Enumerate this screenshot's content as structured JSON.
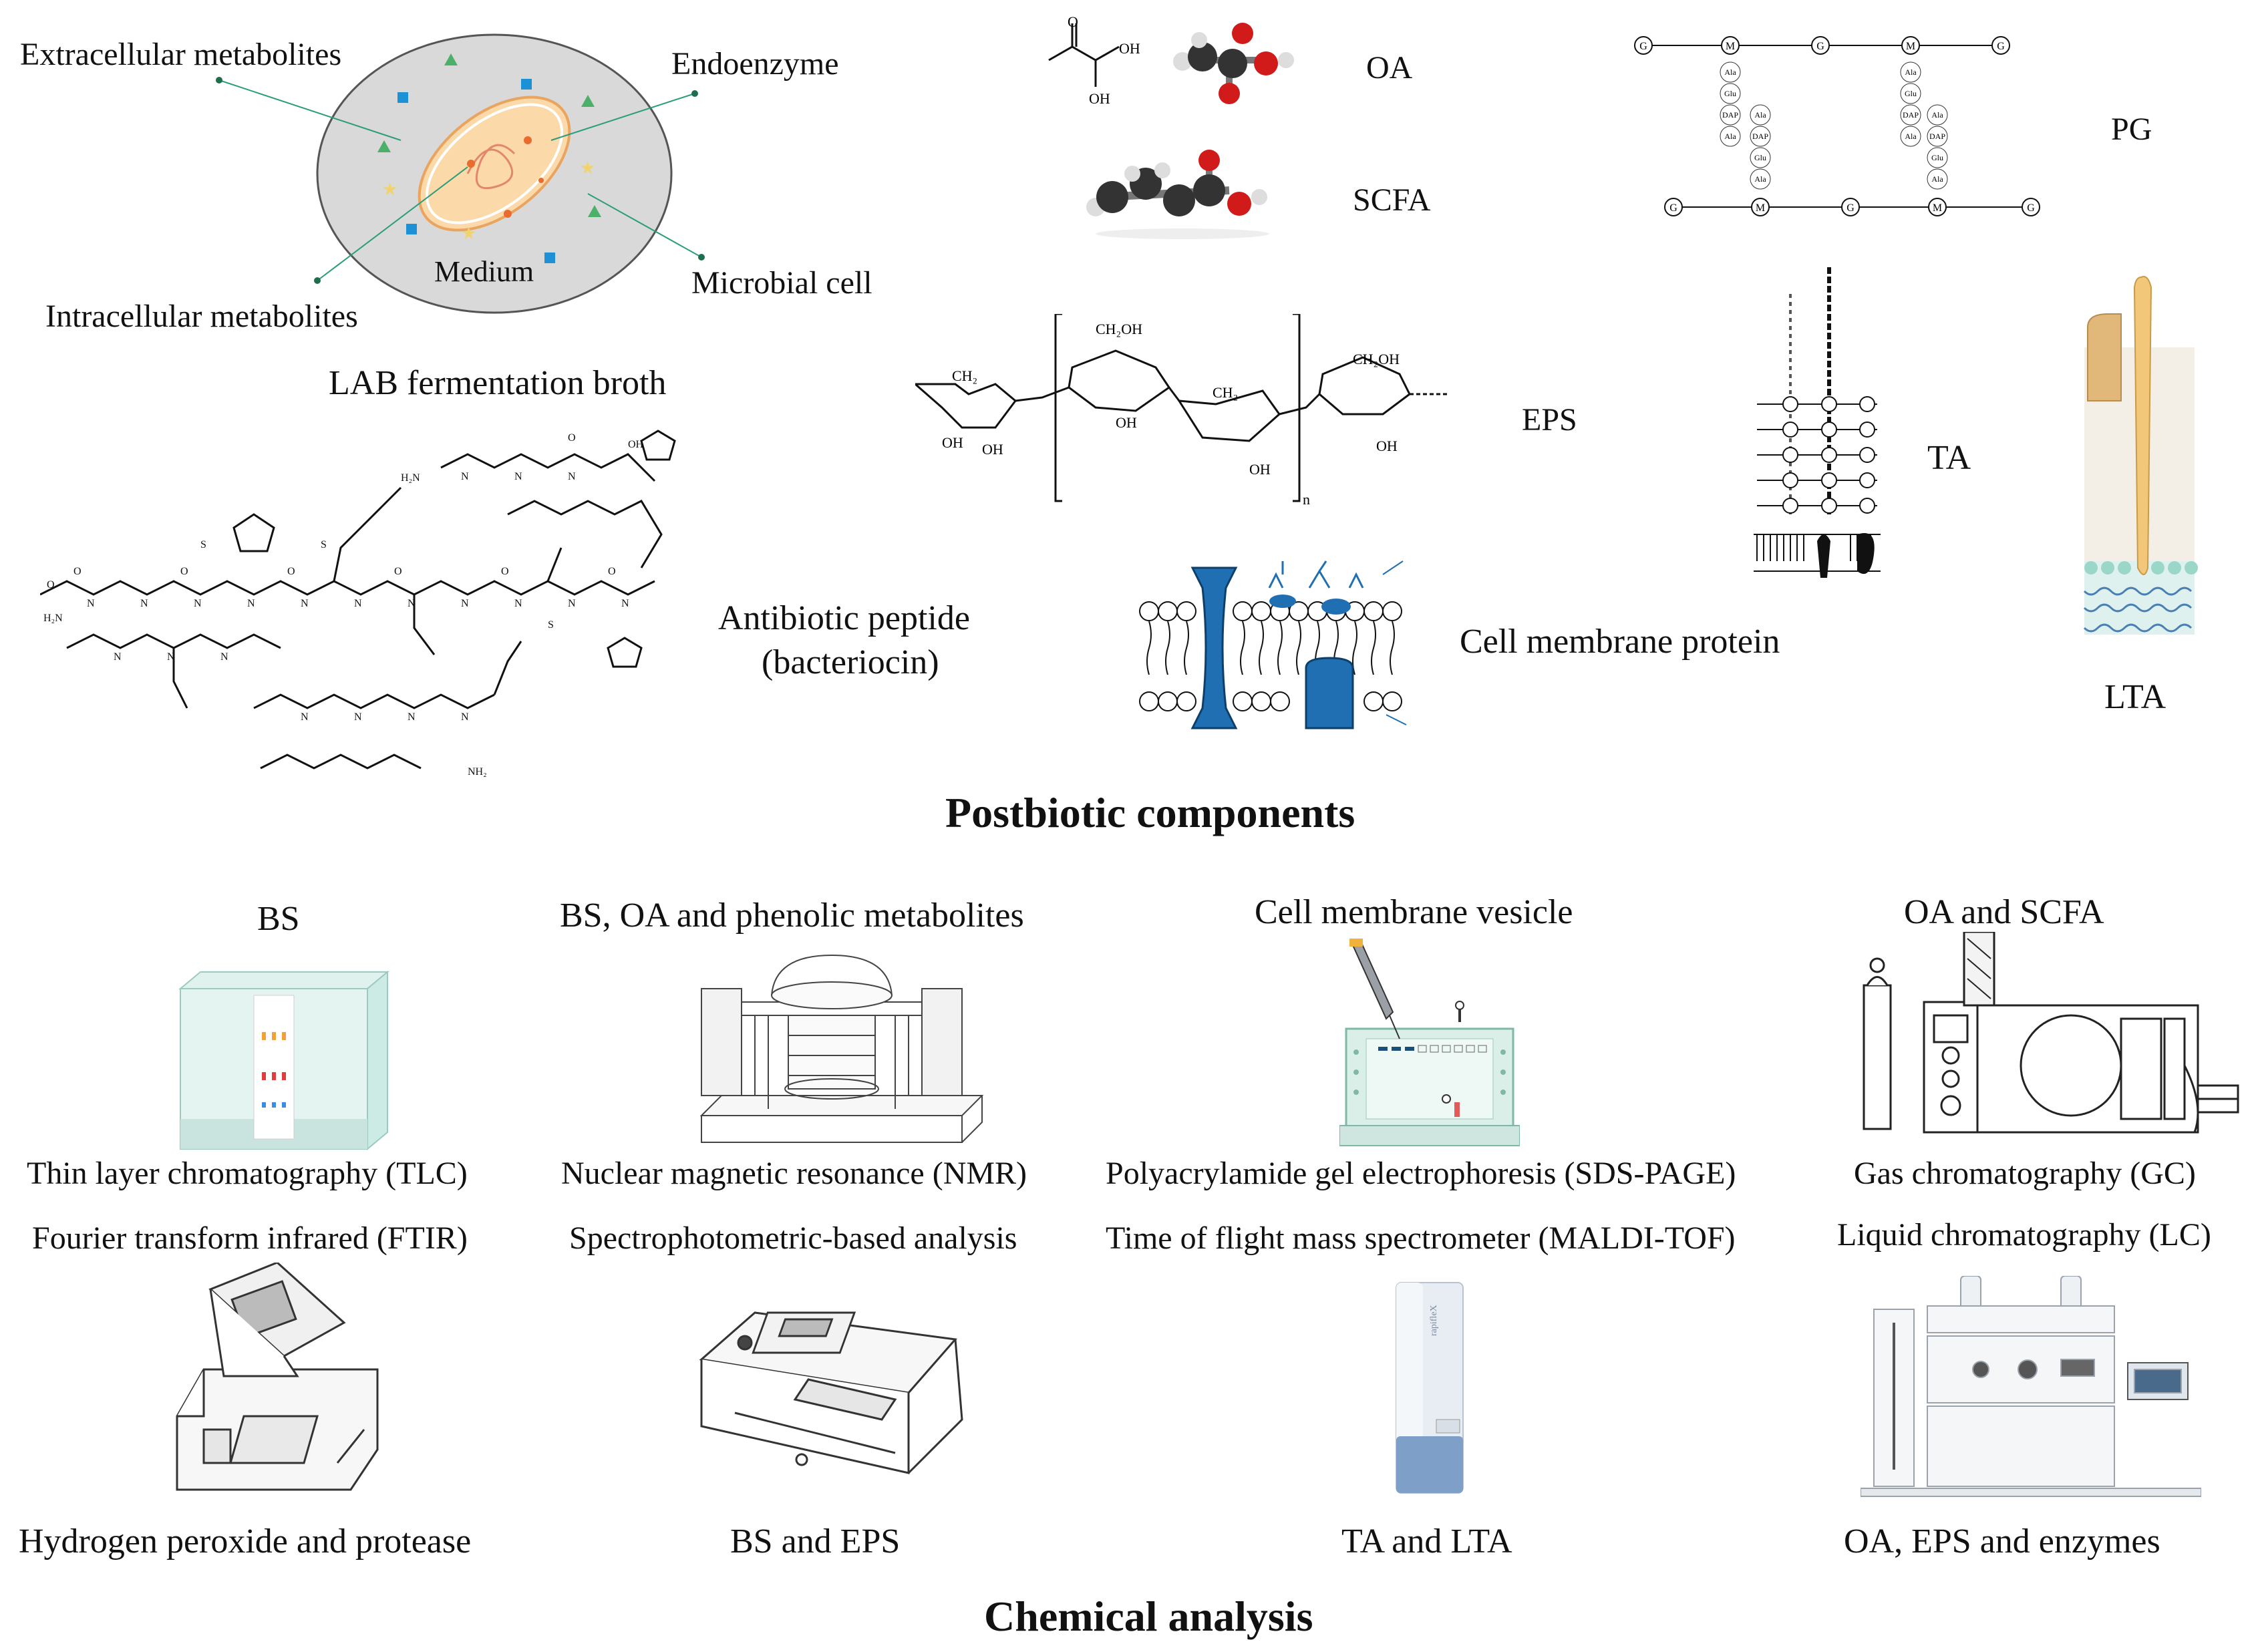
{
  "broth": {
    "extracellular": "Extracellular metabolites",
    "endoenzyme": "Endoenzyme",
    "medium": "Medium",
    "intracellular": "Intracellular metabolites",
    "microbial_cell": "Microbial cell",
    "caption": "LAB fermentation broth"
  },
  "components": {
    "oa": "OA",
    "scfa": "SCFA",
    "pg": "PG",
    "eps": "EPS",
    "ta": "TA",
    "lta": "LTA",
    "peptide_line1": "Antibiotic peptide",
    "peptide_line2": "(bacteriocin)",
    "membrane_protein": "Cell membrane protein",
    "section_title": "Postbiotic components"
  },
  "chem_labels": {
    "oh": "OH",
    "o": "O",
    "ch2oh": "CH₂OH",
    "ch2": "CH₂",
    "n": "n",
    "g": "G",
    "m": "M",
    "ala": "Ala",
    "glu": "Glu",
    "dap": "DAP"
  },
  "analysis": {
    "col1_top": "BS",
    "col2_top": "BS, OA and phenolic metabolites",
    "col3_top": "Cell membrane vesicle",
    "col4_top": "OA and SCFA",
    "col1_mid": "Thin layer chromatography (TLC)",
    "col2_mid": "Nuclear magnetic resonance (NMR)",
    "col3_mid": "Polyacrylamide gel electrophoresis (SDS-PAGE)",
    "col4_mid": "Gas chromatography (GC)",
    "col1_low": "Fourier transform infrared (FTIR)",
    "col2_low": "Spectrophotometric-based analysis",
    "col3_low": "Time of flight mass spectrometer (MALDI-TOF)",
    "col4_low": "Liquid chromatography (LC)",
    "col1_bottom": "Hydrogen peroxide and protease",
    "col2_bottom": "BS and EPS",
    "col3_bottom": "TA and LTA",
    "col4_bottom": "OA, EPS and enzymes",
    "section_title": "Chemical analysis"
  },
  "colors": {
    "cell_medium": "#d9d9d9",
    "cell_body": "#fbd9a8",
    "triangle": "#4caf6a",
    "square": "#1e90d6",
    "star": "#f2d36b",
    "membrane_protein": "#1f6fb2",
    "lta_fiber": "#f3c77a",
    "oxygen": "#d11a1a"
  }
}
